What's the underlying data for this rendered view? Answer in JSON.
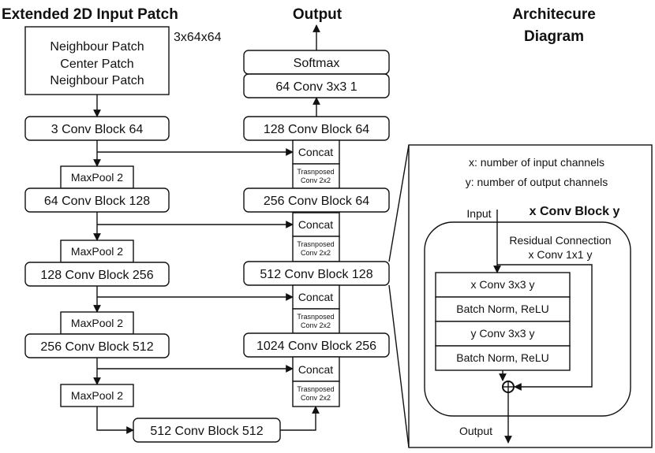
{
  "titles": {
    "input_title": "Extended 2D Input Patch",
    "output_title": "Output",
    "arch_title_1": "Architecure",
    "arch_title_2": "Diagram"
  },
  "input": {
    "line1": "Neighbour Patch",
    "line2": "Center Patch",
    "line3": "Neighbour Patch",
    "dims": "3x64x64"
  },
  "encoder": {
    "block1": "3 Conv Block 64",
    "pool1": "MaxPool 2",
    "block2": "64 Conv Block 128",
    "pool2": "MaxPool 2",
    "block3": "128 Conv Block 256",
    "pool3": "MaxPool 2",
    "block4": "256 Conv Block 512",
    "pool4": "MaxPool 2",
    "bottleneck": "512 Conv Block 512"
  },
  "decoder": {
    "softmax": "Softmax",
    "final_conv": "64 Conv 3x3 1",
    "block1": "128 Conv Block 64",
    "block2": "256 Conv Block 64",
    "block3": "512 Conv Block 128",
    "block4": "1024 Conv Block 256",
    "concat": "Concat",
    "transposed_line1": "Trasnposed",
    "transposed_line2": "Conv 2x2"
  },
  "detail": {
    "legend_x": "x: number of input channels",
    "legend_y": "y: number of output channels",
    "title": "x Conv Block y",
    "input_label": "Input",
    "residual_label": "Residual Connection",
    "residual_conv": "x Conv 1x1 y",
    "conv1": "x Conv 3x3 y",
    "bn1": "Batch Norm, ReLU",
    "conv2": "y Conv 3x3 y",
    "bn2": "Batch Norm, ReLU",
    "add_symbol": "⊕",
    "output_label": "Output"
  }
}
